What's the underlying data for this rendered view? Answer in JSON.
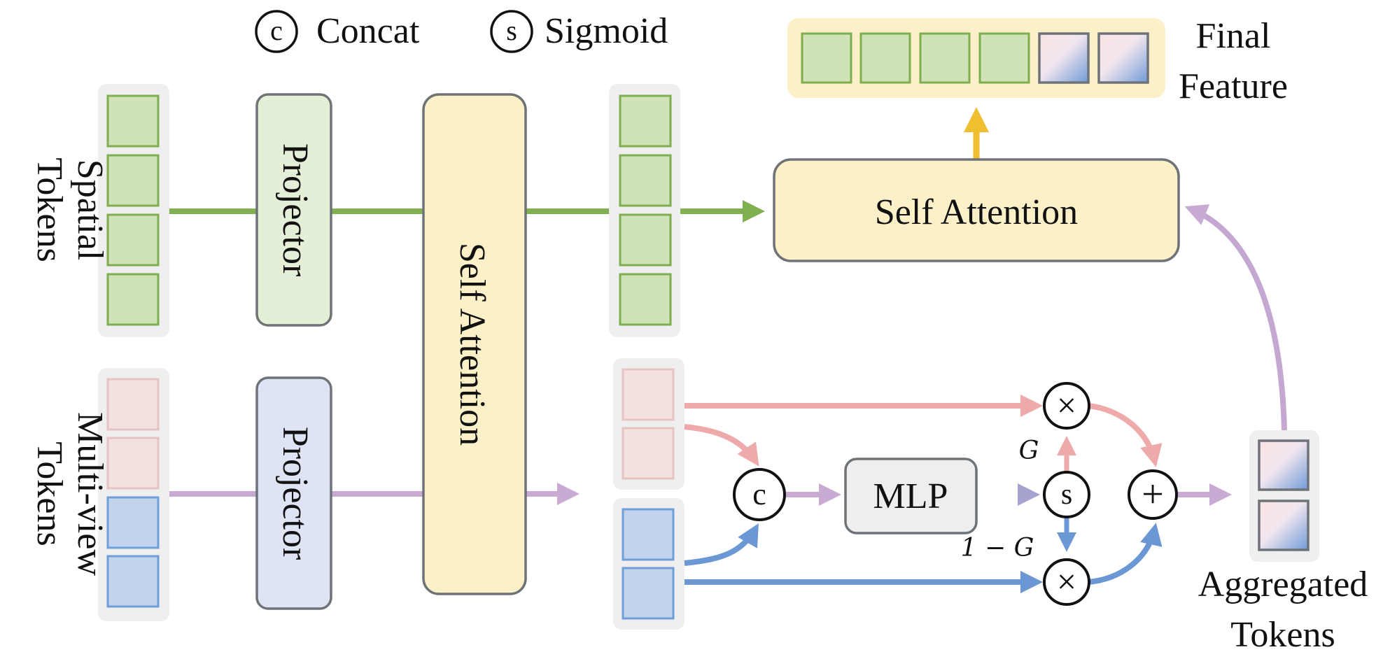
{
  "legend": {
    "concat_symbol": "c",
    "concat_label": "Concat",
    "sigmoid_symbol": "s",
    "sigmoid_label": "Sigmoid"
  },
  "inputs": {
    "spatial_line1": "Spatial",
    "spatial_line2": "Tokens",
    "multiview_line1": "Multi-view",
    "multiview_line2": "Tokens"
  },
  "blocks": {
    "projector_top": "Projector",
    "projector_bottom": "Projector",
    "self_attention_vertical": "Self Attention",
    "self_attention_top": "Self Attention",
    "mlp": "MLP"
  },
  "operators": {
    "concat": "c",
    "sigmoid": "s",
    "multiply_top": "×",
    "multiply_bottom": "×",
    "add": "+"
  },
  "gates": {
    "g": "G",
    "one_minus_g": "1 − G"
  },
  "outputs": {
    "final_line1": "Final",
    "final_line2": "Feature",
    "aggregated_line1": "Aggregated",
    "aggregated_line2": "Tokens"
  },
  "colors": {
    "green_token": "#cfe2b8",
    "green_border": "#7fae4f",
    "green_arrow": "#80b050",
    "pink_token": "#f6e1e1",
    "pink_border": "#e6c4c4",
    "pink_arrow": "#eeaaaa",
    "blue_token": "#c2d4ec",
    "blue_border": "#6f9ed8",
    "blue_arrow": "#6b98d4",
    "purple_arrow": "#c5a8d2",
    "yellow_block": "#fbf0c8",
    "yellow_arrow": "#f0bf30",
    "projector_green": "#e3efd7",
    "projector_blue": "#dfe4f4",
    "gray_group": "#efefef"
  }
}
